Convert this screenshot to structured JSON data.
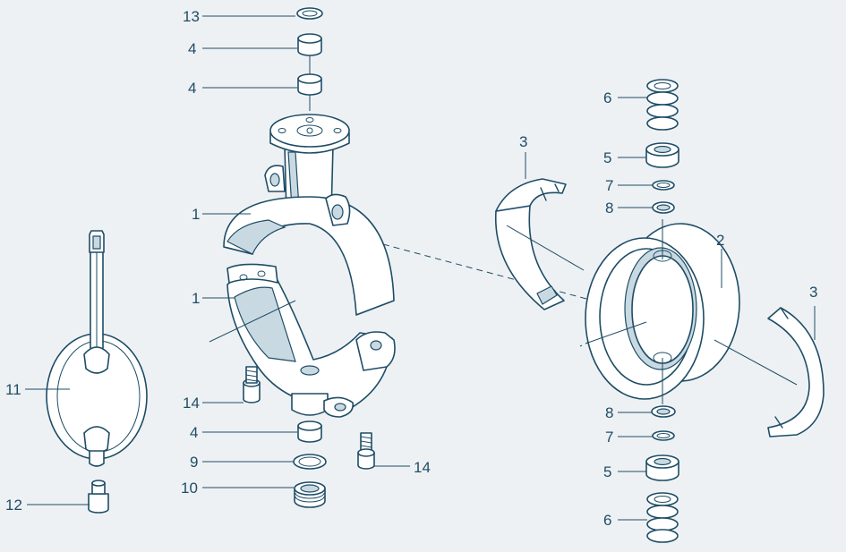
{
  "colors": {
    "background": "#eef1f4",
    "line": "#1e4d66",
    "shade": "#c9d9e2",
    "part": "#ffffff"
  },
  "labels": {
    "c13": "13",
    "c4a": "4",
    "c4b": "4",
    "c1a": "1",
    "c1b": "1",
    "c11": "11",
    "c12": "12",
    "c14a": "14",
    "c4c": "4",
    "c9": "9",
    "c10": "10",
    "c14b": "14",
    "c3a": "3",
    "c6a": "6",
    "c5a": "5",
    "c7a": "7",
    "c8a": "8",
    "c2": "2",
    "c3b": "3",
    "c8b": "8",
    "c7b": "7",
    "c5b": "5",
    "c6b": "6"
  }
}
